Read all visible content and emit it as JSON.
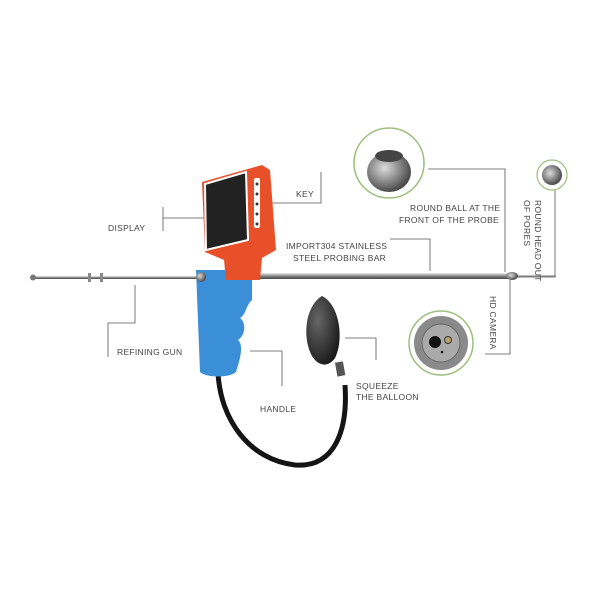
{
  "labels": {
    "display": "DISPLAY",
    "key": "KEY",
    "round_ball_line1": "ROUND BALL AT THE",
    "round_ball_line2": "FRONT OF THE PROBE",
    "bar_line1": "IMPORT304 STAINLESS",
    "bar_line2": "STEEL PROBING BAR",
    "round_head_line1": "ROUND HEAD OUT",
    "round_head_line2": "OF PORES",
    "hd_camera": "HD CAMERA",
    "refining_gun": "REFINING GUN",
    "handle": "HANDLE",
    "balloon_line1": "SQUEEZE",
    "balloon_line2": "THE BALLOON"
  },
  "colors": {
    "body": "#e8502a",
    "handle": "#3a8fd8",
    "screen": "#222222"
  }
}
